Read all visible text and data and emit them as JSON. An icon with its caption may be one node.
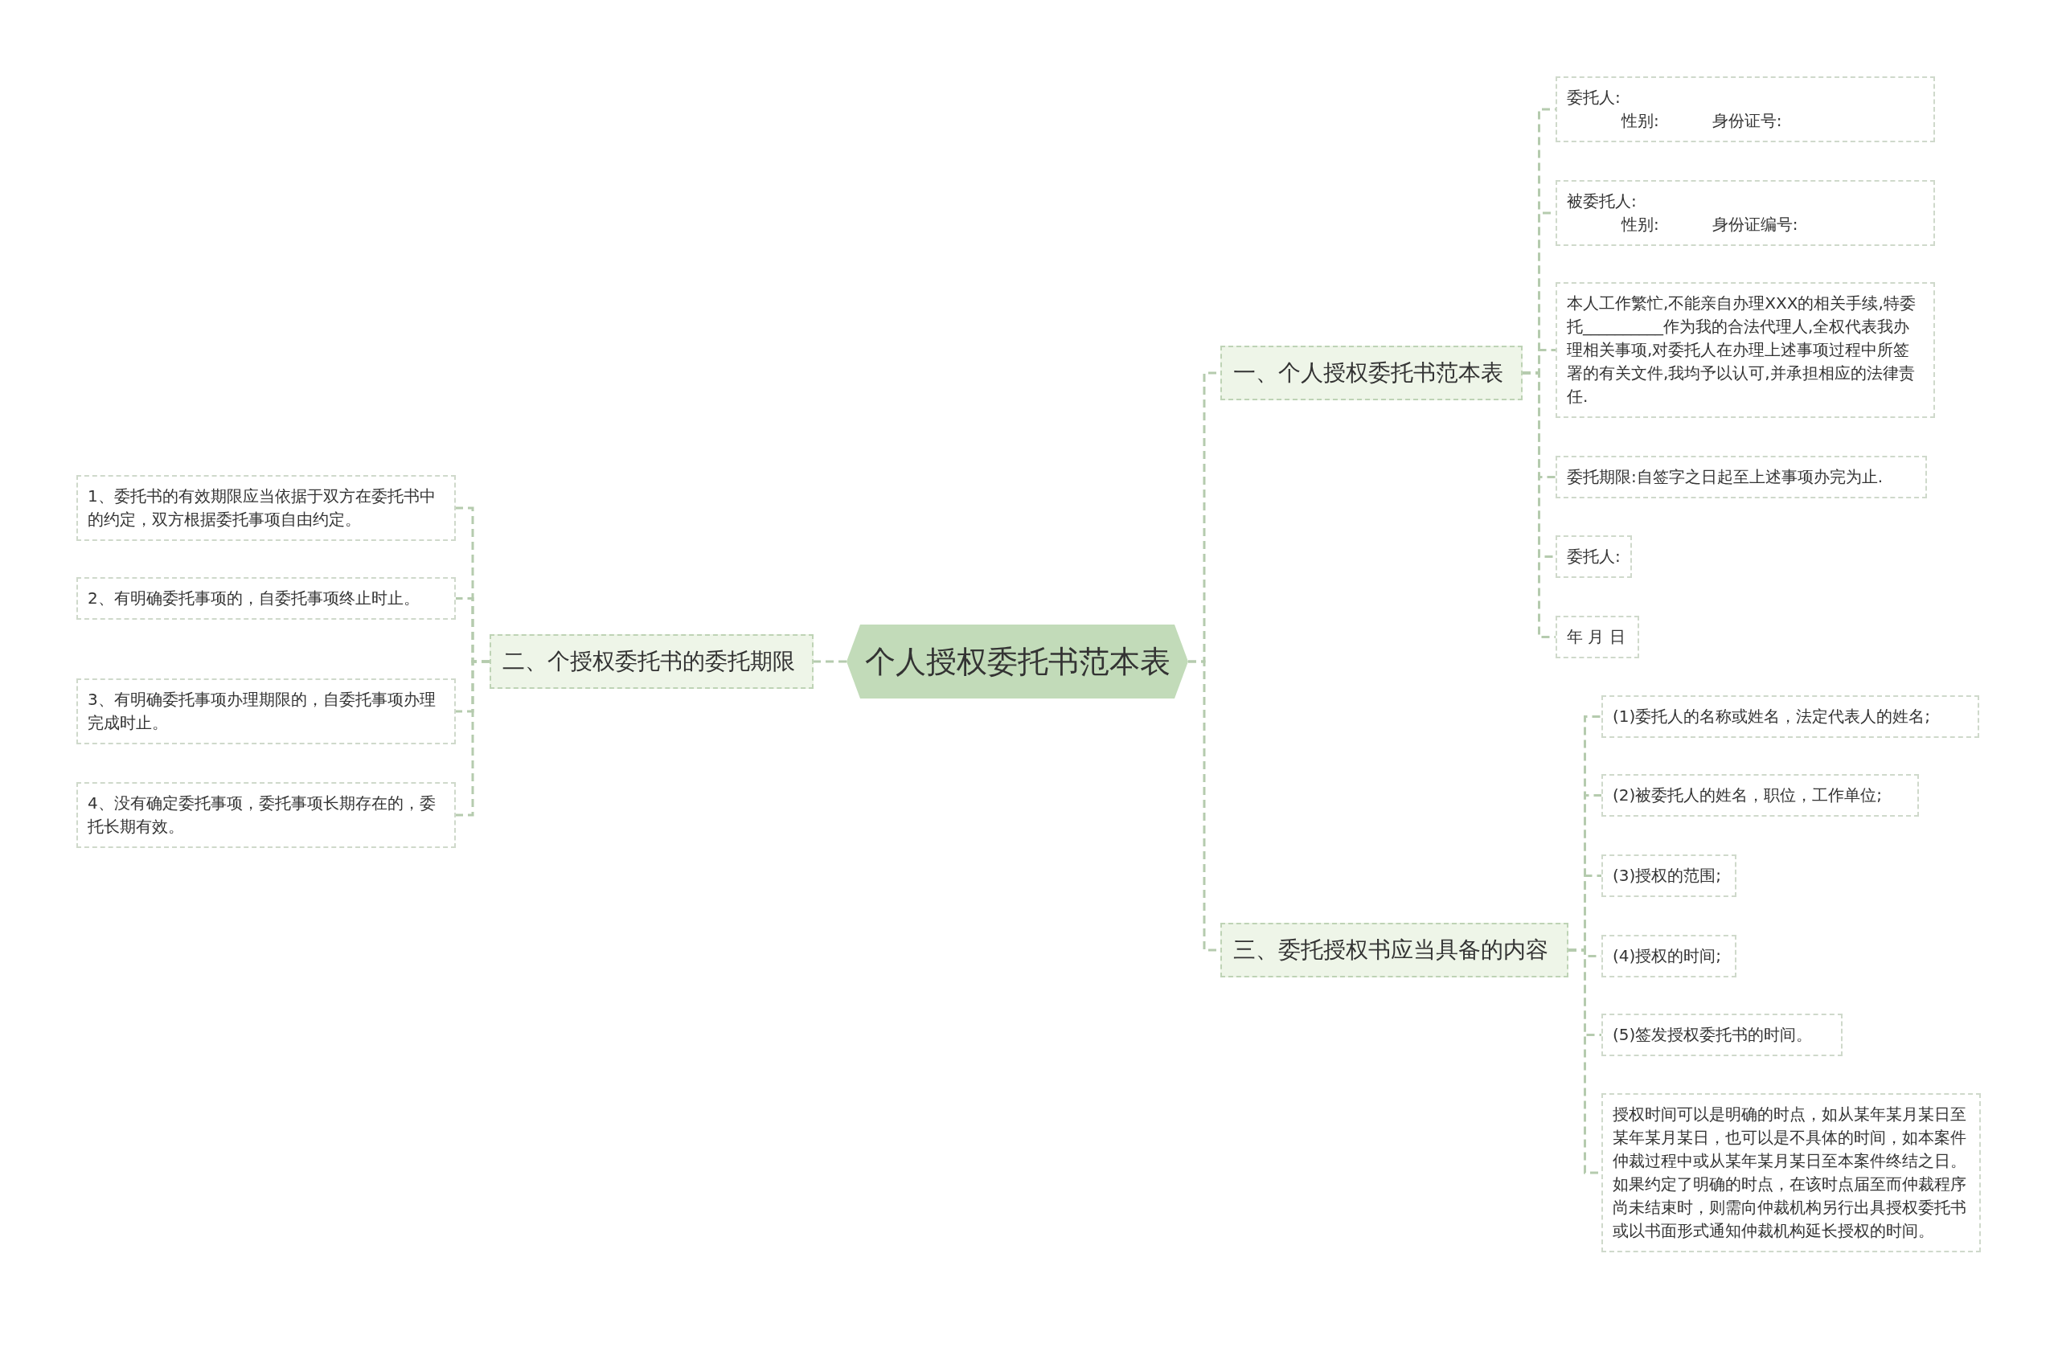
{
  "diagram": {
    "nodes": [
      {
        "text": [
          "个人授权委托书范本表"
        ]
      },
      {
        "text": [
          "一、个人授权委托书范本表"
        ]
      },
      {
        "text": [
          "委托人:",
          "性别:",
          "身份证号:"
        ]
      },
      {
        "text": [
          "被委托人:",
          "性别:",
          "身份证编号:"
        ]
      },
      {
        "text": [
          "本人工作繁忙,不能亲自办理XXX的相关手续,特委托__________作为我的合法代理人,全权代表我办理相关事项,对委托人在办理上述事项过程中所签署的有关文件,我均予以认可,并承担相应的法律责任."
        ]
      },
      {
        "text": [
          "委托期限:自签字之日起至上述事项办完为止."
        ]
      },
      {
        "text": [
          "委托人:"
        ]
      },
      {
        "text": [
          "年 月 日"
        ]
      },
      {
        "text": [
          "二、个授权委托书的委托期限"
        ]
      },
      {
        "text": [
          "1、委托书的有效期限应当依据于双方在委托书中的约定，双方根据委托事项自由约定。"
        ]
      },
      {
        "text": [
          "2、有明确委托事项的，自委托事项终止时止。"
        ]
      },
      {
        "text": [
          "3、有明确委托事项办理期限的，自委托事项办理完成时止。"
        ]
      },
      {
        "text": [
          "4、没有确定委托事项，委托事项长期存在的，委托长期有效。"
        ]
      },
      {
        "text": [
          "三、委托授权书应当具备的内容"
        ]
      },
      {
        "text": [
          "(1)委托人的名称或姓名，法定代表人的姓名;"
        ]
      },
      {
        "text": [
          "(2)被委托人的姓名，职位，工作单位;"
        ]
      },
      {
        "text": [
          "(3)授权的范围;"
        ]
      },
      {
        "text": [
          "(4)授权的时间;"
        ]
      },
      {
        "text": [
          "(5)签发授权委托书的时间。"
        ]
      },
      {
        "text": [
          "授权时间可以是明确的时点，如从某年某月某日至某年某月某日，也可以是不具体的时间，如本案件仲裁过程中或从某年某月某日至本案件终结之日。如果约定了明确的时点，在该时点届至而仲裁程序尚未结束时，则需向仲裁机构另行出具授权委托书或以书面形式通知仲裁机构延长授权的时间。"
        ]
      }
    ],
    "edges": [
      {
        "from": 0,
        "to": 1,
        "arrow": "none"
      },
      {
        "from": 1,
        "to": 2,
        "arrow": "none"
      },
      {
        "from": 1,
        "to": 3,
        "arrow": "none"
      },
      {
        "from": 1,
        "to": 4,
        "arrow": "none"
      },
      {
        "from": 1,
        "to": 5,
        "arrow": "none"
      },
      {
        "from": 1,
        "to": 6,
        "arrow": "none"
      },
      {
        "from": 1,
        "to": 7,
        "arrow": "none"
      },
      {
        "from": 0,
        "to": 8,
        "arrow": "none"
      },
      {
        "from": 8,
        "to": 9,
        "arrow": "none"
      },
      {
        "from": 8,
        "to": 10,
        "arrow": "none"
      },
      {
        "from": 8,
        "to": 11,
        "arrow": "none"
      },
      {
        "from": 8,
        "to": 12,
        "arrow": "none"
      },
      {
        "from": 0,
        "to": 13,
        "arrow": "none"
      },
      {
        "from": 13,
        "to": 14,
        "arrow": "none"
      },
      {
        "from": 13,
        "to": 15,
        "arrow": "none"
      },
      {
        "from": 13,
        "to": 16,
        "arrow": "none"
      },
      {
        "from": 13,
        "to": 17,
        "arrow": "none"
      },
      {
        "from": 13,
        "to": 18,
        "arrow": "none"
      },
      {
        "from": 13,
        "to": 19,
        "arrow": "none"
      }
    ]
  }
}
